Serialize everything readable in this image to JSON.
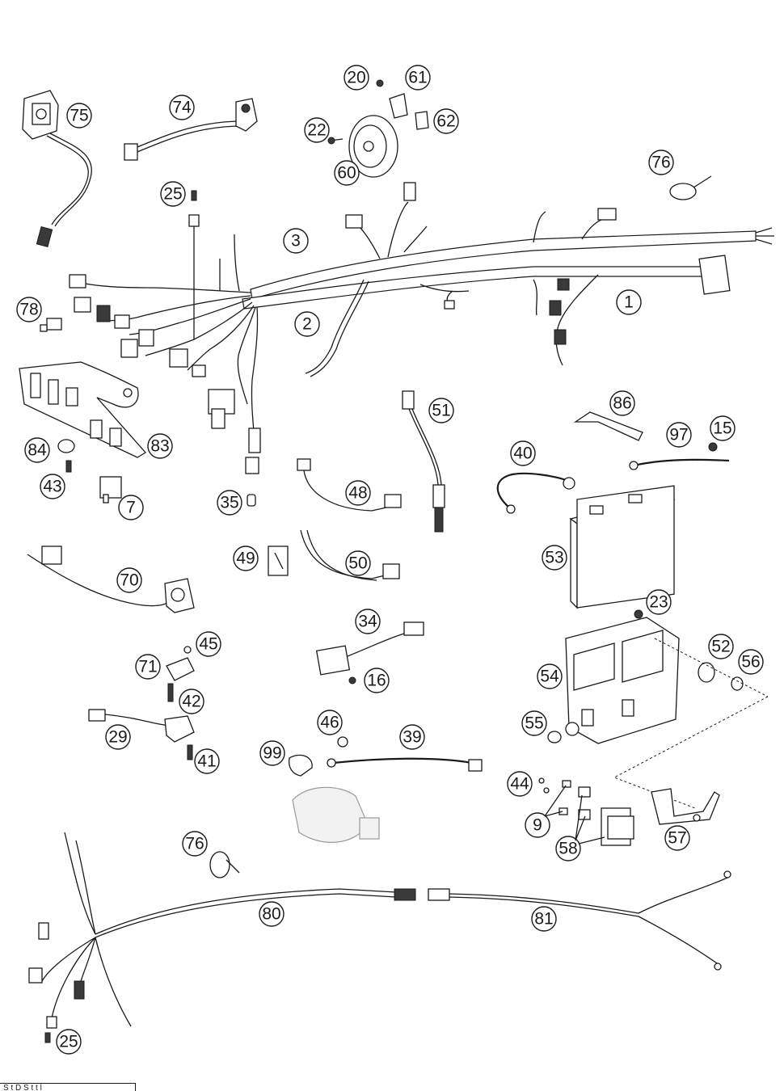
{
  "diagram": {
    "callouts": [
      {
        "id": "c75",
        "label": "75"
      },
      {
        "id": "c74",
        "label": "74"
      },
      {
        "id": "c20",
        "label": "20"
      },
      {
        "id": "c61",
        "label": "61"
      },
      {
        "id": "c62",
        "label": "62"
      },
      {
        "id": "c22",
        "label": "22"
      },
      {
        "id": "c60",
        "label": "60"
      },
      {
        "id": "c76a",
        "label": "76"
      },
      {
        "id": "c25a",
        "label": "25"
      },
      {
        "id": "c3",
        "label": "3"
      },
      {
        "id": "c1",
        "label": "1"
      },
      {
        "id": "c2",
        "label": "2"
      },
      {
        "id": "c78",
        "label": "78"
      },
      {
        "id": "c86",
        "label": "86"
      },
      {
        "id": "c97",
        "label": "97"
      },
      {
        "id": "c15",
        "label": "15"
      },
      {
        "id": "c51",
        "label": "51"
      },
      {
        "id": "c83",
        "label": "83"
      },
      {
        "id": "c84",
        "label": "84"
      },
      {
        "id": "c43",
        "label": "43"
      },
      {
        "id": "c7",
        "label": "7"
      },
      {
        "id": "c40",
        "label": "40"
      },
      {
        "id": "c48",
        "label": "48"
      },
      {
        "id": "c35",
        "label": "35"
      },
      {
        "id": "c53",
        "label": "53"
      },
      {
        "id": "c49",
        "label": "49"
      },
      {
        "id": "c50",
        "label": "50"
      },
      {
        "id": "c70",
        "label": "70"
      },
      {
        "id": "c23",
        "label": "23"
      },
      {
        "id": "c34",
        "label": "34"
      },
      {
        "id": "c45",
        "label": "45"
      },
      {
        "id": "c71",
        "label": "71"
      },
      {
        "id": "c52",
        "label": "52"
      },
      {
        "id": "c56",
        "label": "56"
      },
      {
        "id": "c54",
        "label": "54"
      },
      {
        "id": "c16",
        "label": "16"
      },
      {
        "id": "c42",
        "label": "42"
      },
      {
        "id": "c55",
        "label": "55"
      },
      {
        "id": "c46",
        "label": "46"
      },
      {
        "id": "c39",
        "label": "39"
      },
      {
        "id": "c29",
        "label": "29"
      },
      {
        "id": "c41",
        "label": "41"
      },
      {
        "id": "c99",
        "label": "99"
      },
      {
        "id": "c44",
        "label": "44"
      },
      {
        "id": "c9",
        "label": "9"
      },
      {
        "id": "c57",
        "label": "57"
      },
      {
        "id": "c58",
        "label": "58"
      },
      {
        "id": "c76b",
        "label": "76"
      },
      {
        "id": "c80",
        "label": "80"
      },
      {
        "id": "c81",
        "label": "81"
      },
      {
        "id": "c25b",
        "label": "25"
      }
    ]
  },
  "footer": {
    "text": "S t  D S  t  t  l"
  }
}
